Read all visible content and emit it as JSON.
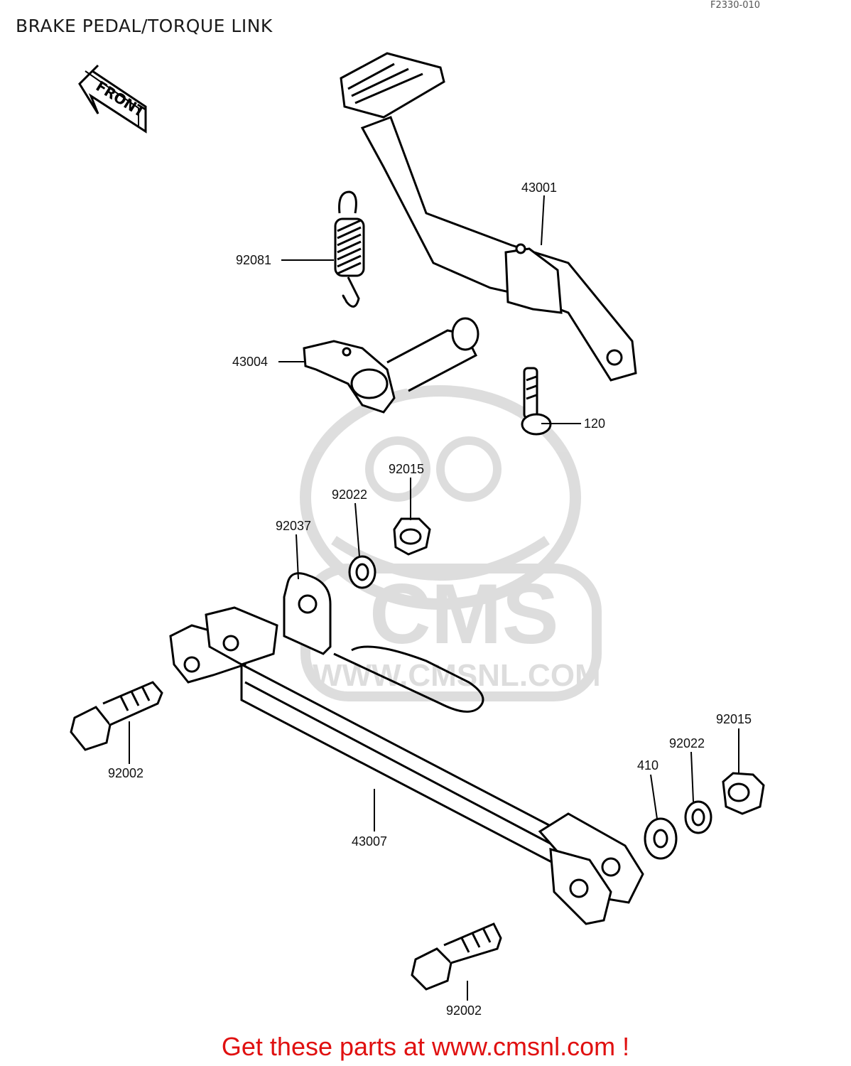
{
  "header": {
    "title": "BRAKE PEDAL/TORQUE LINK",
    "reference": "F2330-010"
  },
  "diagram": {
    "front_arrow": "FRONT",
    "parts": [
      {
        "id": "p-43001",
        "label": "43001"
      },
      {
        "id": "p-92081",
        "label": "92081"
      },
      {
        "id": "p-43004",
        "label": "43004"
      },
      {
        "id": "p-120",
        "label": "120"
      },
      {
        "id": "p-92015a",
        "label": "92015"
      },
      {
        "id": "p-92022a",
        "label": "92022"
      },
      {
        "id": "p-92037",
        "label": "92037"
      },
      {
        "id": "p-92002a",
        "label": "92002"
      },
      {
        "id": "p-43007",
        "label": "43007"
      },
      {
        "id": "p-410",
        "label": "410"
      },
      {
        "id": "p-92022b",
        "label": "92022"
      },
      {
        "id": "p-92015b",
        "label": "92015"
      },
      {
        "id": "p-92002b",
        "label": "92002"
      }
    ],
    "watermark": {
      "brand": "CMS",
      "url": "WWW.CMSNL.COM"
    }
  },
  "footer": {
    "cta": "Get these parts at www.cmsnl.com !",
    "cta_color": "#e01010"
  }
}
